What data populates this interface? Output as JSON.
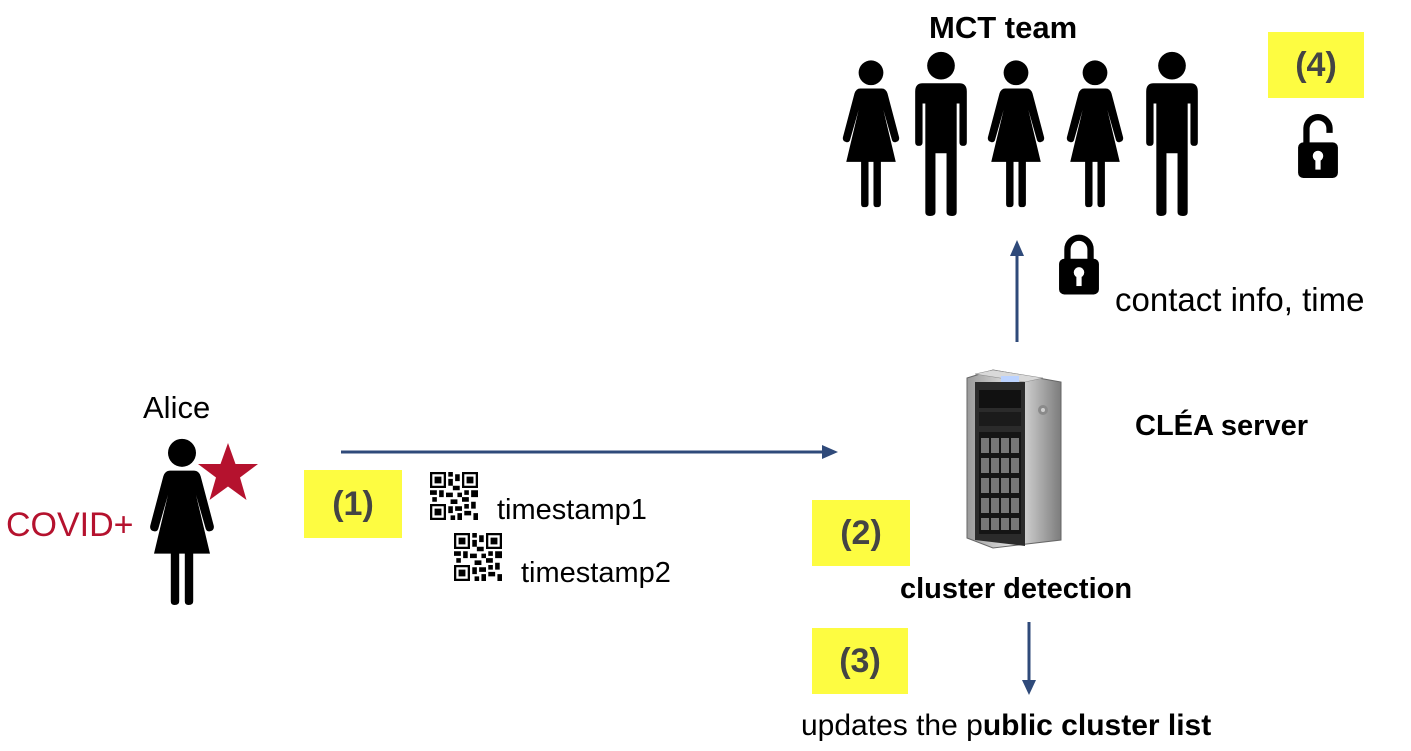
{
  "team": {
    "title": "MCT team"
  },
  "alice": {
    "name": "Alice",
    "status": "COVID+",
    "status_color": "#b5122e"
  },
  "steps": {
    "s1": "(1)",
    "s2": "(2)",
    "s3": "(3)",
    "s4": "(4)",
    "box_color": "#fdfc41"
  },
  "qr": {
    "item1": "timestamp1",
    "item2": "timestamp2"
  },
  "server": {
    "label": "CLÉA server"
  },
  "labels": {
    "contact": "contact info, time",
    "cluster": "cluster detection",
    "updates_prefix": "updates the p",
    "updates_bold": "ublic cluster list"
  },
  "icons": {
    "person_female": "person-female-icon",
    "person_male": "person-male-icon",
    "lock_closed": "lock-closed-icon",
    "lock_open": "lock-open-icon",
    "qr": "qr-code-icon",
    "server": "tower-server-icon",
    "star": "star-icon"
  },
  "colors": {
    "arrow": "#2f4a7a"
  }
}
